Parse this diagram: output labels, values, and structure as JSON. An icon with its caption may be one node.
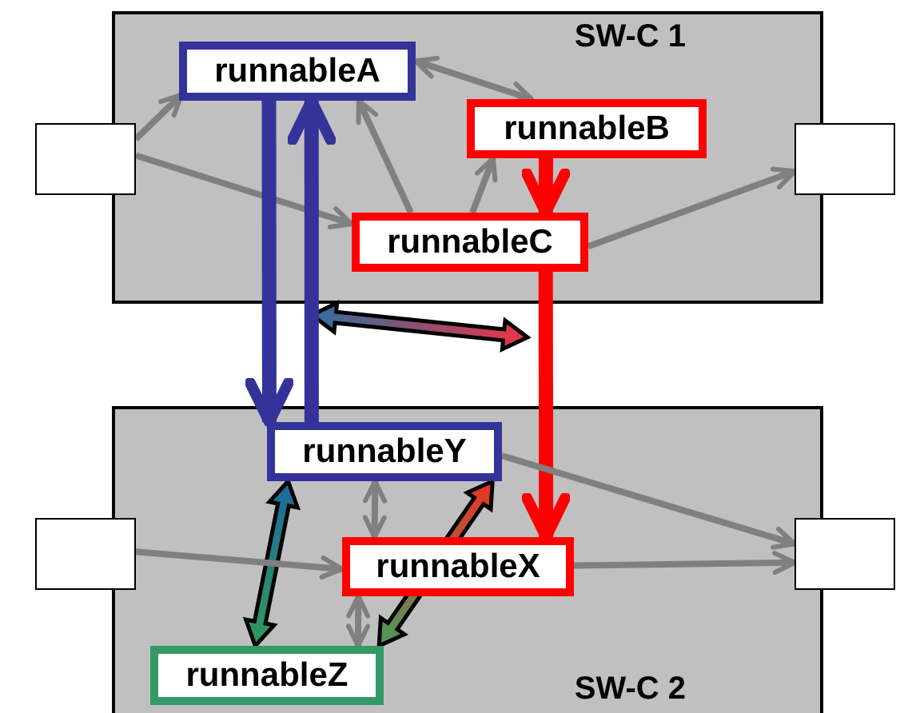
{
  "diagram": {
    "nodes": [
      {
        "text": [
          "SW-C 1"
        ]
      },
      {
        "text": [
          "runnableA"
        ],
        "in": 0
      },
      {
        "text": [
          "runnableB"
        ],
        "in": 0
      },
      {
        "text": [
          "runnableC"
        ],
        "in": 0
      },
      {
        "text": [],
        "shape": "box"
      },
      {
        "text": [],
        "shape": "box"
      },
      {
        "text": [
          "SW-C 2"
        ]
      },
      {
        "text": [
          "runnableY"
        ],
        "in": 6
      },
      {
        "text": [
          "runnableX"
        ],
        "in": 6
      },
      {
        "text": [
          "runnableZ"
        ],
        "in": 6
      },
      {
        "text": [],
        "shape": "box"
      },
      {
        "text": [],
        "shape": "box"
      }
    ],
    "edges": [
      {
        "from": 4,
        "to": 1,
        "arrow": "to"
      },
      {
        "from": 4,
        "to": 3,
        "arrow": "to"
      },
      {
        "from": 1,
        "to": 2,
        "arrow": "both"
      },
      {
        "from": 3,
        "to": 1,
        "arrow": "to"
      },
      {
        "from": 3,
        "to": 2,
        "arrow": "to"
      },
      {
        "from": 3,
        "to": 5,
        "arrow": "to"
      },
      {
        "from": 2,
        "to": 3,
        "arrow": "to",
        "style": "thick",
        "color": "#ff0000"
      },
      {
        "from": 1,
        "to": 7,
        "arrow": "to",
        "style": "thick",
        "color": "#333399"
      },
      {
        "from": 7,
        "to": 1,
        "arrow": "to",
        "style": "thick",
        "color": "#333399"
      },
      {
        "from": 3,
        "to": 8,
        "arrow": "to",
        "style": "thick",
        "color": "#ff0000"
      },
      {
        "from": 7,
        "to": 9,
        "arrow": "both",
        "style": "thick"
      },
      {
        "from": 7,
        "to": 9,
        "arrow": "both",
        "style": "thick"
      },
      {
        "from": 7,
        "to": 8,
        "arrow": "both"
      },
      {
        "from": 8,
        "to": 9,
        "arrow": "both"
      },
      {
        "from": 10,
        "to": 8,
        "arrow": "to"
      },
      {
        "from": 8,
        "to": 11,
        "arrow": "to"
      },
      {
        "from": 7,
        "to": 11,
        "arrow": "to"
      }
    ]
  }
}
